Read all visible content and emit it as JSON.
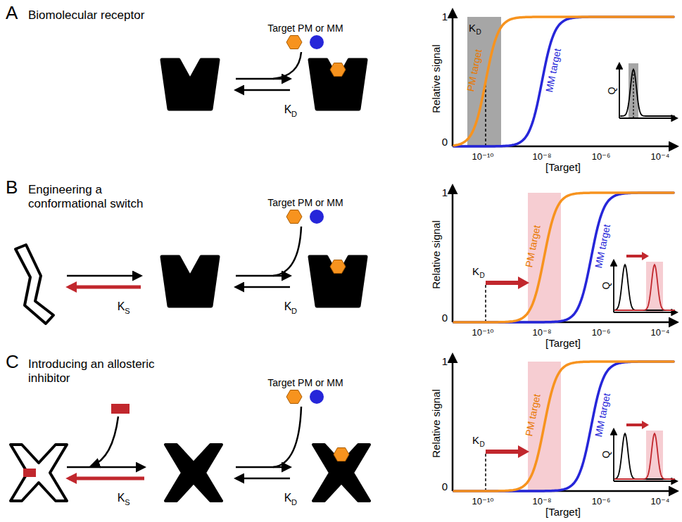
{
  "diagram": {
    "labels": [
      "A",
      "Biomolecular receptor",
      "Target PM or MM",
      "K",
      "D",
      "1",
      "0",
      "Relative signal",
      "K",
      "D",
      "PM target",
      "MM target",
      "10⁻¹⁰",
      "10⁻⁸",
      "10⁻⁶",
      "10⁻⁴",
      "[Target]",
      "Q",
      "B",
      "Engineering a conformational switch",
      "Target PM or MM",
      "K",
      "S",
      "K",
      "D",
      "1",
      "0",
      "Relative signal",
      "K",
      "D",
      "PM target",
      "MM target",
      "10⁻¹⁰",
      "10⁻⁸",
      "10⁻⁶",
      "10⁻⁴",
      "[Target]",
      "Q",
      "C",
      "Introducing an allosteric inhibitor",
      "Target PM or MM",
      "K",
      "S",
      "K",
      "D",
      "1",
      "0",
      "Relative signal",
      "K",
      "D",
      "PM target",
      "MM target",
      "10⁻¹⁰",
      "10⁻⁸",
      "10⁻⁶",
      "10⁻⁴",
      "[Target]",
      "Q"
    ]
  }
}
